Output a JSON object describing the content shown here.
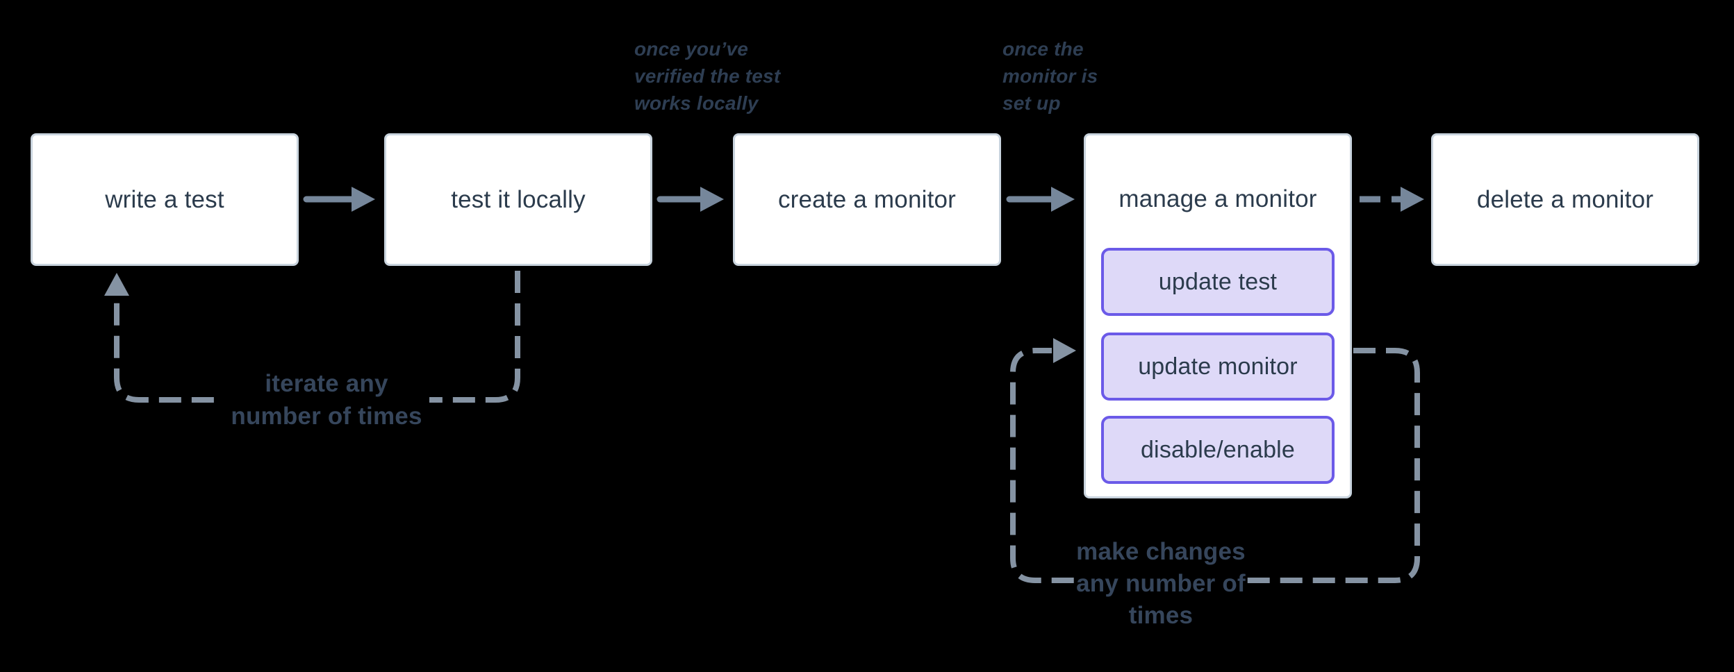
{
  "theme": {
    "background": "#000000",
    "node_fill": "#ffffff",
    "node_border": "#c9d4de",
    "node_text": "#2b3b4c",
    "accent_border": "#6b5ae8",
    "accent_fill": "#ded9f8",
    "connector": "#76879b",
    "loop_dash": "#8593a3",
    "annotation_text": "#2e3e53",
    "loop_label_text": "#36465c"
  },
  "flow": {
    "nodes": [
      {
        "id": "write-test",
        "label": "write a test"
      },
      {
        "id": "test-locally",
        "label": "test it locally"
      },
      {
        "id": "create-monitor",
        "label": "create a monitor"
      },
      {
        "id": "manage-monitor",
        "label": "manage a monitor",
        "children": [
          {
            "label": "update test"
          },
          {
            "label": "update monitor"
          },
          {
            "label": "disable/enable"
          }
        ]
      },
      {
        "id": "delete-monitor",
        "label": "delete a monitor"
      }
    ],
    "edges": [
      {
        "from": "write a test",
        "to": "test it locally",
        "style": "solid"
      },
      {
        "from": "test it locally",
        "to": "create a monitor",
        "style": "solid"
      },
      {
        "from": "create a monitor",
        "to": "manage a monitor",
        "style": "solid"
      },
      {
        "from": "manage a monitor",
        "to": "delete a monitor",
        "style": "dashed"
      }
    ],
    "annotations": [
      {
        "lines": [
          "once you’ve",
          "verified the test",
          "works locally"
        ]
      },
      {
        "lines": [
          "once the",
          "monitor is",
          "set up"
        ]
      }
    ],
    "loops": [
      {
        "from": "test it locally",
        "to": "write a test",
        "style": "dashed",
        "label_lines": [
          "iterate any",
          "number of times"
        ]
      },
      {
        "on": "manage a monitor",
        "style": "dashed",
        "label_lines": [
          "make changes",
          "any number of",
          "times"
        ]
      }
    ]
  }
}
